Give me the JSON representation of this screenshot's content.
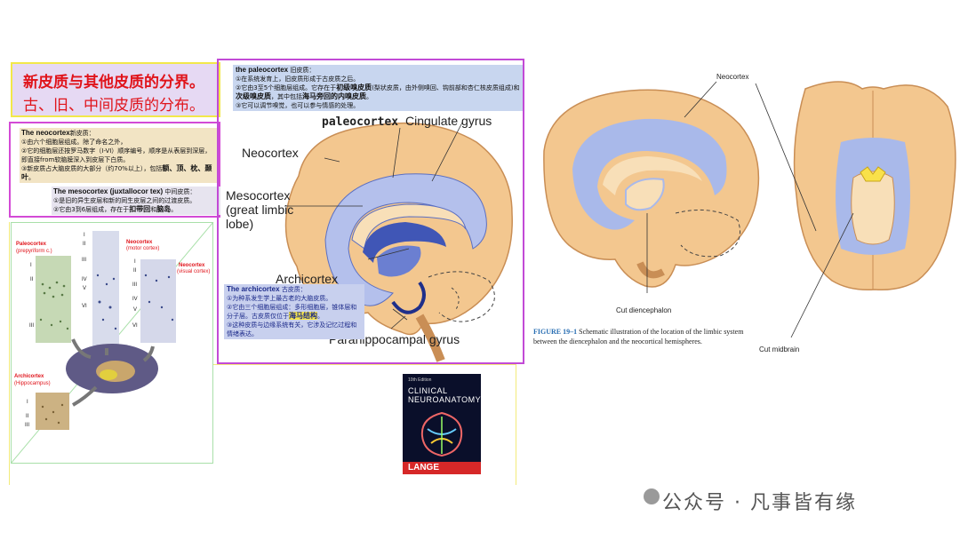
{
  "title": {
    "line1": "新皮质与其他皮质的分界。",
    "line2": "古、旧、中间皮质的分布。"
  },
  "neocortex_note": {
    "heading": "The neocortex",
    "heading_cn": "新皮质：",
    "item1": "①由六个细胞层组成。除了命名之外，",
    "item2": "②它的细胞层还按罗马数字（I-VI）顺序编号，顺序是从表层到深层，即直接from软脑膜深入到皮层下白质。",
    "item3": "③新皮质占大脑皮质的大部分（约70%以上），包括",
    "item3_bold": "额、顶、枕、颞叶",
    "item3_end": "。"
  },
  "mesocortex_note": {
    "heading": "The mesocortex (juxtallocor tex)",
    "heading_cn": "中间皮质：",
    "item1": "①是旧的异生皮层和新的同生皮层之间的过渡皮质。",
    "item2": "②它由3到6层组成，存在于",
    "item2_bold": "扣带回",
    "item2_mid": "和",
    "item2_bold2": "脑岛",
    "item2_end": "。"
  },
  "paleocortex_note": {
    "heading": "the paleocortex",
    "heading_cn": "旧皮质：",
    "item1": "①在系统发育上，旧皮质形成于古皮质之后。",
    "item2a": "②它由3至5个细胞层组成。它存在于",
    "item2_bold": "初级嗅皮质",
    "item2b": "(梨状皮质，由外侧嗅回、钩前部和杏仁核皮质组成)和",
    "item2_bold2": "次级嗅皮质",
    "item2c": "，其中包括",
    "item2_bold3": "海马旁回的内嗅皮质",
    "item2_end": "。",
    "item3": "③它可以调节嗅觉，也可以参与情感的处理。"
  },
  "archicortex_note": {
    "heading": "The archicortex",
    "heading_cn": "古皮质：",
    "item1": "①为种系发生学上最古老的大脑皮质。",
    "item2": "②它由三个细胞层组成：多形细胞层，锥体层和分子层。古皮质仅位于",
    "item2_bold": "海马结构",
    "item2_end": "。",
    "item3": "③这种皮质与边缘系统有关，它涉及记忆过程和情绪表达。"
  },
  "diagram_labels": {
    "paleocortex": "paleocortex",
    "cingulate": "Cingulate gyrus",
    "neocortex": "Neocortex",
    "mesocortex1": "Mesocortex",
    "mesocortex2": "(great limbic",
    "mesocortex3": "lobe)",
    "archicortex": "Archicortex",
    "parahippocampal": "Parahippocampal gyrus"
  },
  "histology": {
    "paleo_title": "Paleocortex",
    "paleo_sub": "(prepyriform c.)",
    "neo_motor_title": "Neocortex",
    "neo_motor_sub": "(motor cortex)",
    "neo_visual_title": "Neocortex",
    "neo_visual_sub": "(visual cortex)",
    "archi_title": "Archicortex",
    "archi_sub": "(Hippocampus)",
    "layers_paleo": [
      "I",
      "II",
      "III"
    ],
    "layers_motor": [
      "I",
      "II",
      "III",
      "IV",
      "V",
      "VI"
    ],
    "layers_visual": [
      "I",
      "II",
      "III",
      "IV",
      "V",
      "VI"
    ],
    "layers_archi": [
      "I",
      "II",
      "III"
    ]
  },
  "book": {
    "edition": "10th Edition",
    "line1": "CLINICAL",
    "line2": "NEUROANATOMY",
    "publisher": "LANGE"
  },
  "figure": {
    "neocortex_label": "Neocortex",
    "diencephalon_label": "Cut diencephalon",
    "midbrain_label": "Cut midbrain",
    "caption_id": "FIGURE 19–1",
    "caption_text": "Schematic illustration of the location of the limbic system between the diencephalon and the neocortical hemispheres."
  },
  "watermark": "公众号 · 凡事皆有缘",
  "colors": {
    "brain_tan": "#f3c78f",
    "limbic_blue": "#a9b9ea",
    "dark_blue": "#3c56b8",
    "title_red": "#e0141b",
    "panel_purple": "#c24ad6"
  }
}
